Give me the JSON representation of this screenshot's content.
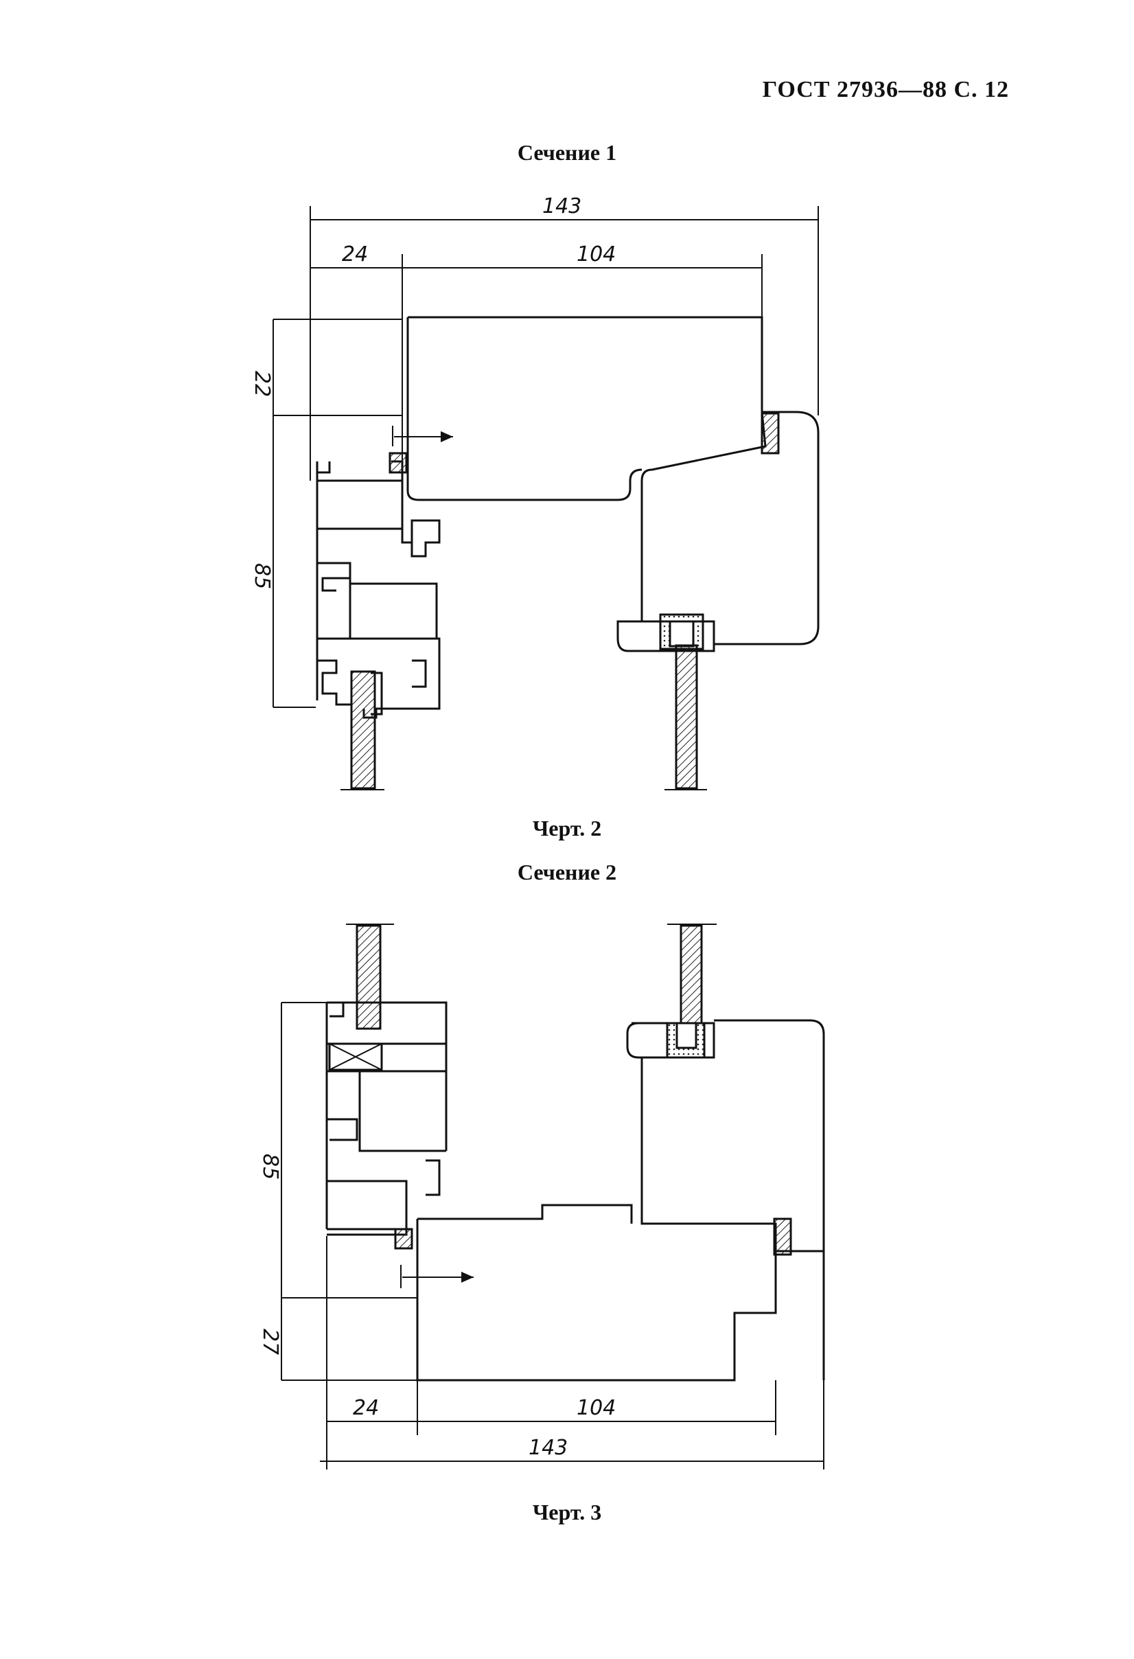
{
  "header": {
    "doc_ref": "ГОСТ 27936—88 С. 12"
  },
  "figure1": {
    "section_title": "Сечение 1",
    "caption": "Черт. 2",
    "dim_overall": "143",
    "dim_left": "24",
    "dim_right": "104",
    "dim_top": "22",
    "dim_height": "85"
  },
  "figure2": {
    "section_title": "Сечение 2",
    "caption": "Черт. 3",
    "dim_overall": "143",
    "dim_left": "24",
    "dim_right": "104",
    "dim_bottom": "27",
    "dim_height": "85"
  }
}
